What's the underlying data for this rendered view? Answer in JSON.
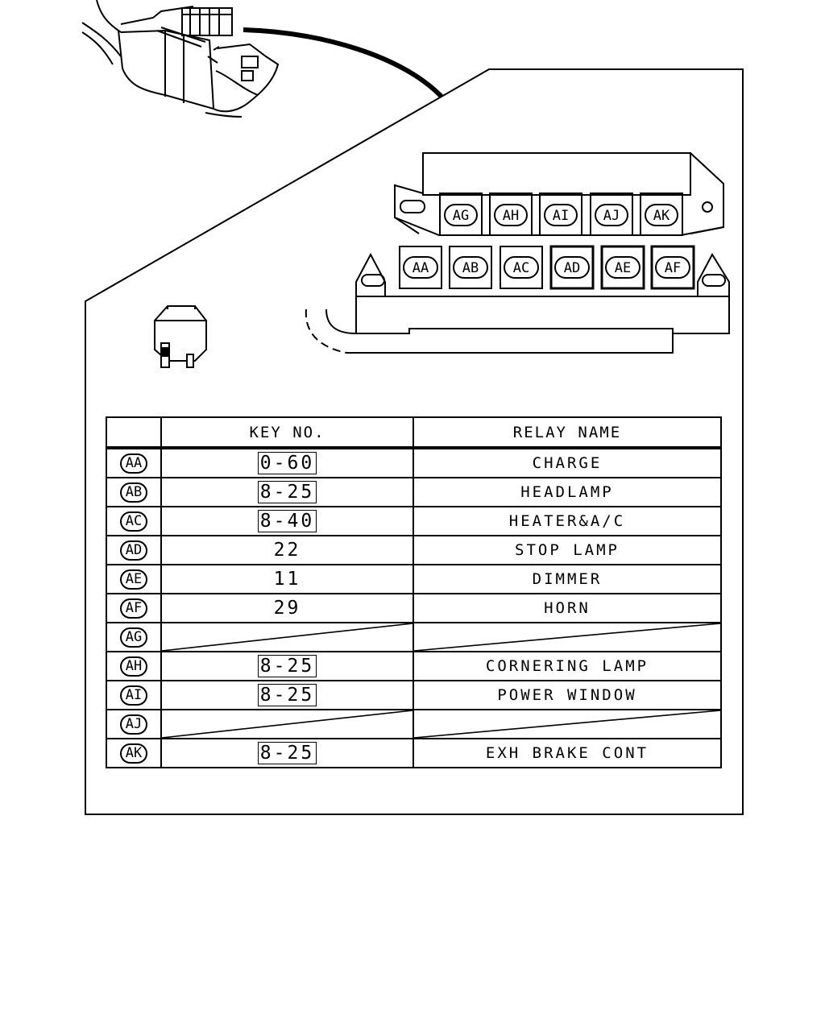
{
  "connector": {
    "top_row": [
      "AG",
      "AH",
      "AI",
      "AJ",
      "AK"
    ],
    "bottom_row": [
      "AA",
      "AB",
      "AC",
      "AD",
      "AE",
      "AF"
    ]
  },
  "table": {
    "headers": {
      "label": "",
      "key": "KEY NO.",
      "name": "RELAY NAME"
    },
    "rows": [
      {
        "label": "AA",
        "key": "0-60",
        "boxed": true,
        "name": "CHARGE"
      },
      {
        "label": "AB",
        "key": "8-25",
        "boxed": true,
        "name": "HEADLAMP"
      },
      {
        "label": "AC",
        "key": "8-40",
        "boxed": true,
        "name": "HEATER&A/C"
      },
      {
        "label": "AD",
        "key": "22",
        "boxed": false,
        "name": "STOP LAMP"
      },
      {
        "label": "AE",
        "key": "11",
        "boxed": false,
        "name": "DIMMER"
      },
      {
        "label": "AF",
        "key": "29",
        "boxed": false,
        "name": "HORN"
      },
      {
        "label": "AG",
        "key": "",
        "boxed": false,
        "name": "",
        "empty": true
      },
      {
        "label": "AH",
        "key": "8-25",
        "boxed": true,
        "name": "CORNERING LAMP"
      },
      {
        "label": "AI",
        "key": "8-25",
        "boxed": true,
        "name": "POWER WINDOW"
      },
      {
        "label": "AJ",
        "key": "",
        "boxed": false,
        "name": "",
        "empty": true
      },
      {
        "label": "AK",
        "key": "8-25",
        "boxed": true,
        "name": "EXH BRAKE CONT"
      }
    ]
  }
}
